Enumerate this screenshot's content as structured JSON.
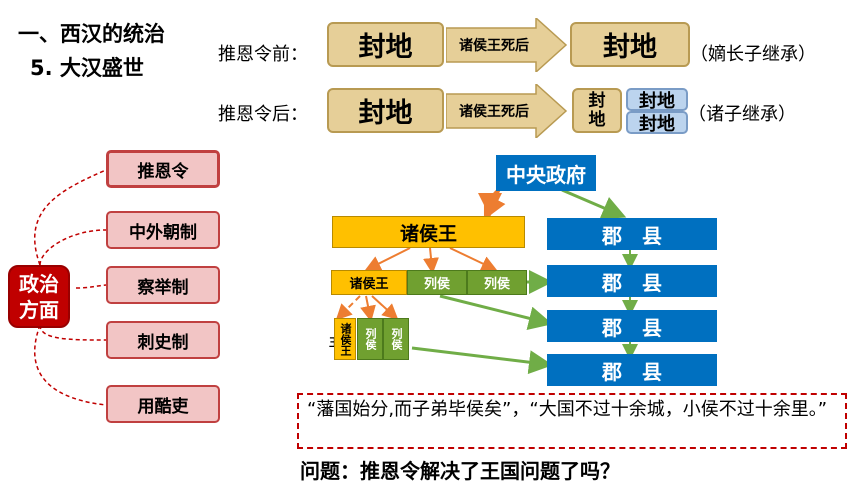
{
  "heading": {
    "line1": "一、西汉的统治",
    "line2": "5. 大汉盛世"
  },
  "before": {
    "label": "推恩令前：",
    "left": "封地",
    "arrow": "诸侯王死后",
    "right": "封地",
    "note": "（嫡长子继承）"
  },
  "after": {
    "label": "推恩令后：",
    "left": "封地",
    "arrow": "诸侯王死后",
    "small_top": "封",
    "small_bottom": "地",
    "blue_top": "封地",
    "blue_bottom": "封地",
    "note": "（诸子继承）"
  },
  "politics": {
    "center": "政治方面",
    "items": [
      "推恩令",
      "中外朝制",
      "察举制",
      "刺史制",
      "用酷吏"
    ]
  },
  "structure": {
    "central": "中央政府",
    "king": "诸侯王",
    "level2": [
      "诸侯王",
      "列侯",
      "列侯"
    ],
    "level3": [
      "诸侯王",
      "列侯",
      "列侯"
    ],
    "level3_prefix": "王",
    "commandery": [
      "郡　县",
      "郡　县",
      "郡　县",
      "郡　县"
    ]
  },
  "quote": "“藩国始分,而子弟毕侯矣”，“大国不过十余城，小侯不过十余里。”",
  "question": "问题：推恩令解决了王国问题了吗？"
}
